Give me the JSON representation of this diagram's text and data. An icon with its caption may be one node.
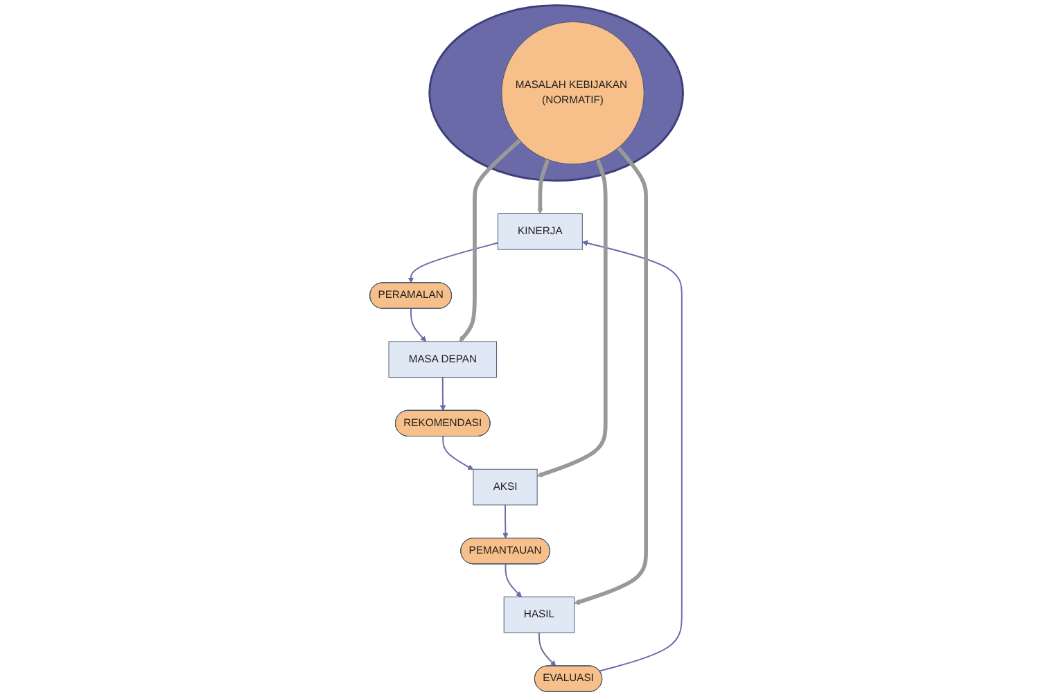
{
  "diagram": {
    "nodes": [
      {
        "text": [
          "KINERJA"
        ]
      },
      {
        "text": [
          "EVALUASI"
        ]
      },
      {
        "text": [
          "PERAMALAN"
        ]
      },
      {
        "text": [
          "HASIL"
        ]
      },
      {
        "text": [],
        "shape": "circle"
      },
      {
        "text": [
          "MASALAH KEBIJAKAN (NORMATIF)"
        ],
        "in": 4
      },
      {
        "text": [
          "MASA DEPAN"
        ]
      },
      {
        "text": [
          "PEMANTAUAN"
        ]
      },
      {
        "text": [
          "REKOMENDASI"
        ]
      },
      {
        "text": [
          "AKSI"
        ]
      }
    ],
    "edges": [
      {
        "from": 0,
        "to": 2,
        "arrow": "to"
      },
      {
        "from": 2,
        "to": 6,
        "arrow": "to"
      },
      {
        "from": 6,
        "to": 8,
        "arrow": "to"
      },
      {
        "from": 8,
        "to": 9,
        "arrow": "to"
      },
      {
        "from": 9,
        "to": 7,
        "arrow": "to"
      },
      {
        "from": 7,
        "to": 3,
        "arrow": "to"
      },
      {
        "from": 3,
        "to": 1,
        "arrow": "to"
      },
      {
        "from": 1,
        "to": 0,
        "arrow": "to"
      },
      {
        "from": 5,
        "to": 0,
        "arrow": "to",
        "style": "thick",
        "color": "#999999"
      },
      {
        "from": 5,
        "to": 6,
        "arrow": "to",
        "style": "thick",
        "color": "#999999"
      },
      {
        "from": 5,
        "to": 9,
        "arrow": "to",
        "style": "thick",
        "color": "#999999"
      },
      {
        "from": 5,
        "to": 3,
        "arrow": "to",
        "style": "thick",
        "color": "#999999"
      }
    ]
  }
}
